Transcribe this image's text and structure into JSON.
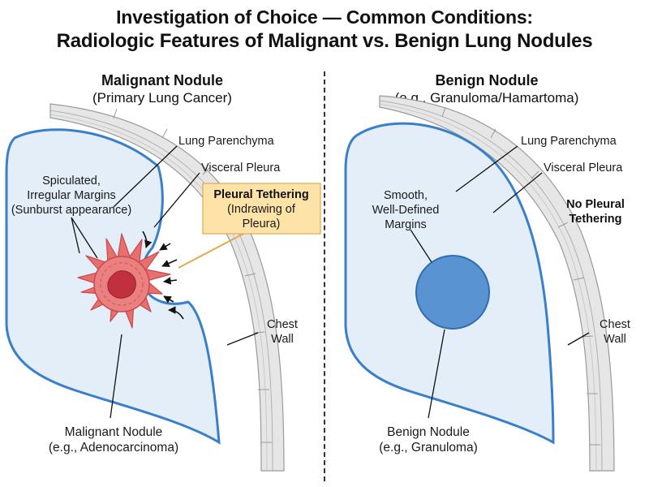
{
  "title": {
    "line1": "Investigation of Choice — Common Conditions:",
    "line2": "Radiologic Features of Malignant vs. Benign Lung Nodules"
  },
  "malignant": {
    "heading": "Malignant Nodule",
    "subheading": "(Primary Lung Cancer)",
    "labels": {
      "parenchyma": "Lung Parenchyma",
      "pleura": "Visceral Pleura",
      "margins_1": "Spiculated,",
      "margins_2": "Irregular Margins",
      "margins_3": "(Sunburst appearance)",
      "tethering_title": "Pleural Tethering",
      "tethering_1": "(Indrawing of",
      "tethering_2": "Pleura)",
      "chest_1": "Chest",
      "chest_2": "Wall",
      "nodule_1": "Malignant Nodule",
      "nodule_2": "(e.g., Adenocarcinoma)"
    }
  },
  "benign": {
    "heading": "Benign Nodule",
    "subheading": "(e.g., Granuloma/Hamartoma)",
    "labels": {
      "parenchyma": "Lung Parenchyma",
      "pleura": "Visceral Pleura",
      "margins_1": "Smooth,",
      "margins_2": "Well-Defined",
      "margins_3": "Margins",
      "no_tether_1": "No Pleural",
      "no_tether_2": "Tethering",
      "chest_1": "Chest",
      "chest_2": "Wall",
      "nodule_1": "Benign Nodule",
      "nodule_2": "(e.g., Granuloma)"
    }
  },
  "colors": {
    "lung_fill": "#e3eef8",
    "pleura": "#3a7fc9",
    "chest_wall": "#e6e6e6",
    "malignant_fill": "#e76f6f",
    "malignant_core": "#c0303e",
    "benign_fill": "#5a93d2",
    "callout_fill": "#fde3a7"
  }
}
